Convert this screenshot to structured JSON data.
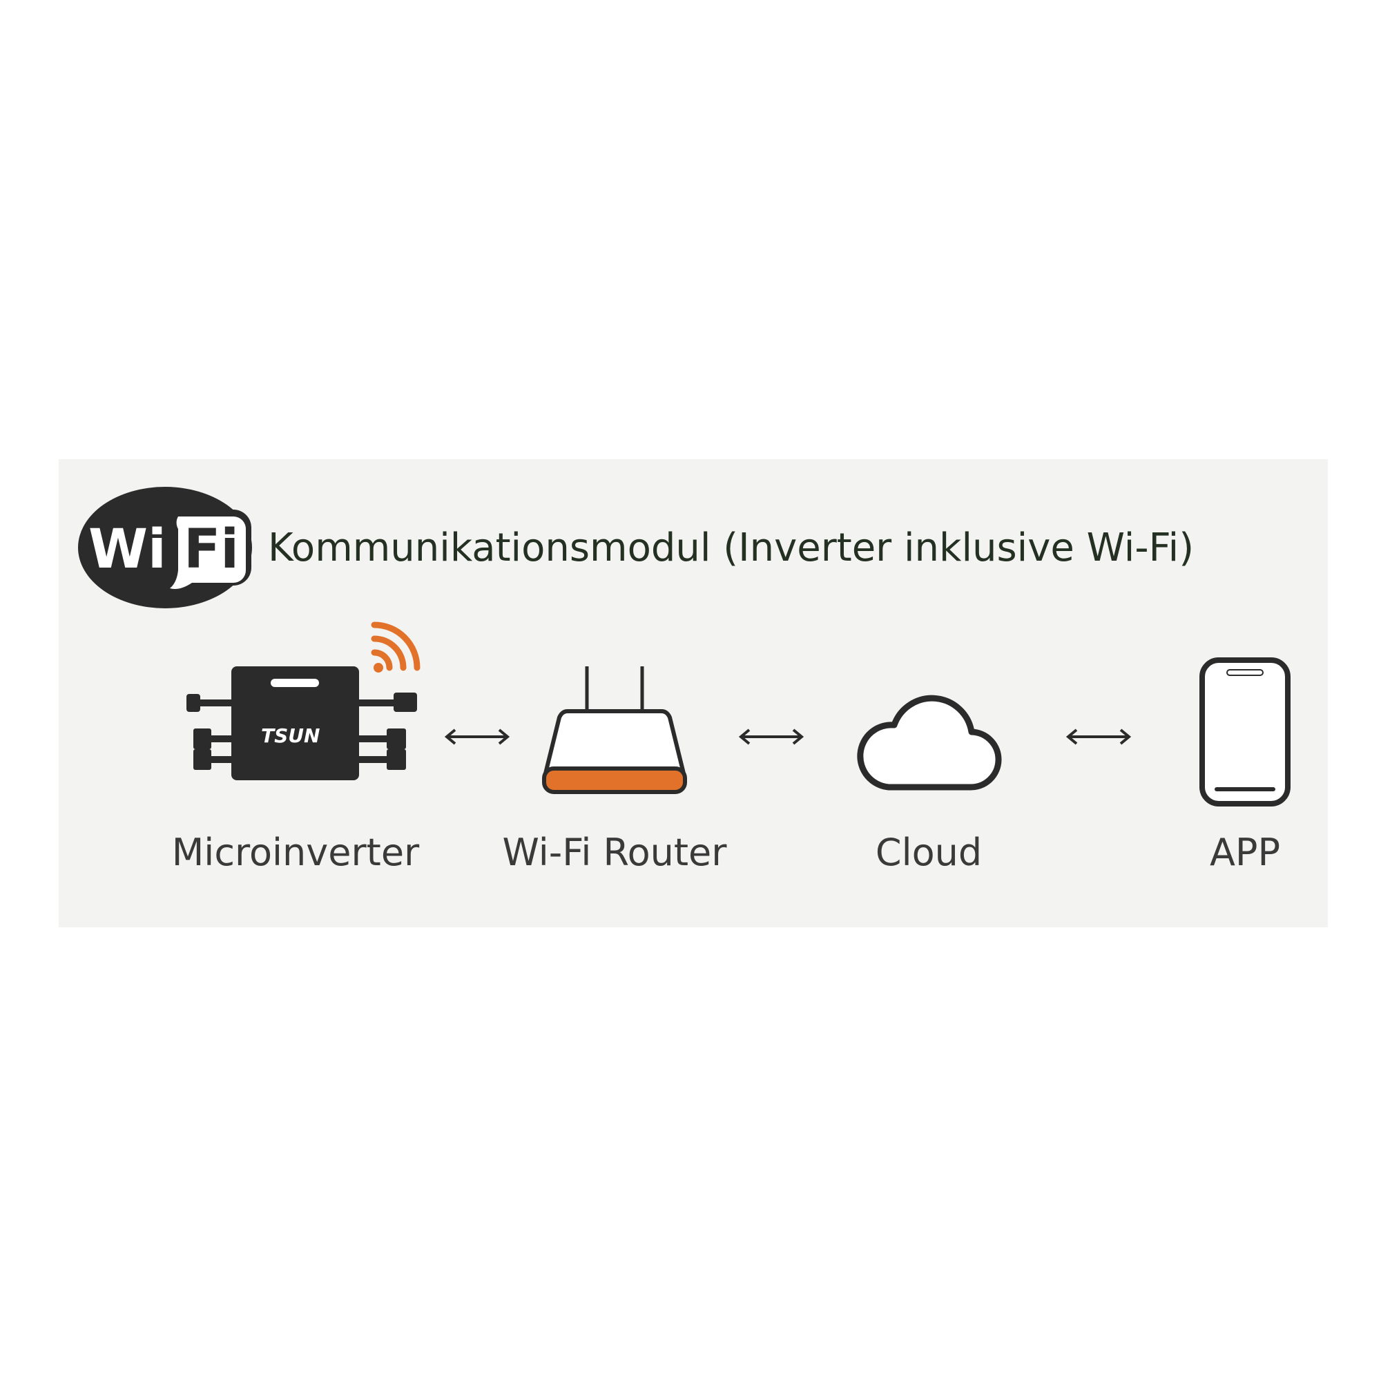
{
  "logo": {
    "text_wi": "Wi",
    "text_fi": "Fi"
  },
  "title": "Kommunikationsmodul (Inverter inklusive Wi-Fi)",
  "brand_on_device": "TSUN",
  "nodes": [
    {
      "label": "Microinverter"
    },
    {
      "label": "Wi-Fi Router"
    },
    {
      "label": "Cloud"
    },
    {
      "label": "APP"
    }
  ],
  "connectors": [
    "bidirectional",
    "bidirectional",
    "bidirectional"
  ],
  "colors": {
    "accent_orange": "#e2722a",
    "icon_dark": "#2b2b2b",
    "title_text": "#243022",
    "label_text": "#3a3a3a",
    "panel_bg": "#f3f3f2"
  }
}
